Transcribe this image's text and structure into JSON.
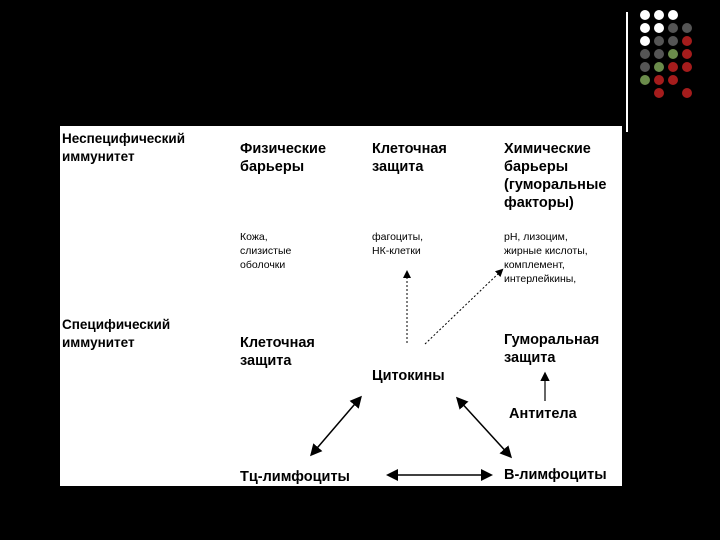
{
  "slide": {
    "accent_colors": {
      "red": "#a51c1c",
      "green": "#6b8c4b",
      "dark_gray": "#555555",
      "white": "#ffffff"
    },
    "dot_grid": [
      [
        "white",
        "white",
        "white",
        "black"
      ],
      [
        "white",
        "white",
        "dark_gray",
        "dark_gray"
      ],
      [
        "white",
        "dark_gray",
        "dark_gray",
        "red"
      ],
      [
        "dark_gray",
        "dark_gray",
        "green",
        "red"
      ],
      [
        "dark_gray",
        "green",
        "red",
        "red"
      ],
      [
        "green",
        "red",
        "red",
        "black"
      ],
      [
        "black",
        "red",
        "black",
        "red"
      ]
    ]
  },
  "diagram": {
    "nonspecific": "Неспецифический\nиммунитет",
    "physical": "Физические\nбарьеры",
    "cellular_top": "Клеточная\nзащита",
    "chemical": "Химические\nбарьеры\n(гуморальные\nфакторы)",
    "physical_detail": "Кожа,\nслизистые\nоболочки",
    "cellular_detail": "фагоциты,\nНК-клетки",
    "chemical_detail": "pH, лизоцим,\nжирные кислоты,\nкомплемент,\nинтерлейкины,",
    "specific": "Специфический\nиммунитет",
    "cellular_bottom": "Клеточная\nзащита",
    "humoral": "Гуморальная\nзащита",
    "cytokines": "Цитокины",
    "antibodies": "Антитела",
    "tc_lymphocytes": "Тц-лимфоциты",
    "b_lymphocytes": "В-лимфоциты"
  }
}
